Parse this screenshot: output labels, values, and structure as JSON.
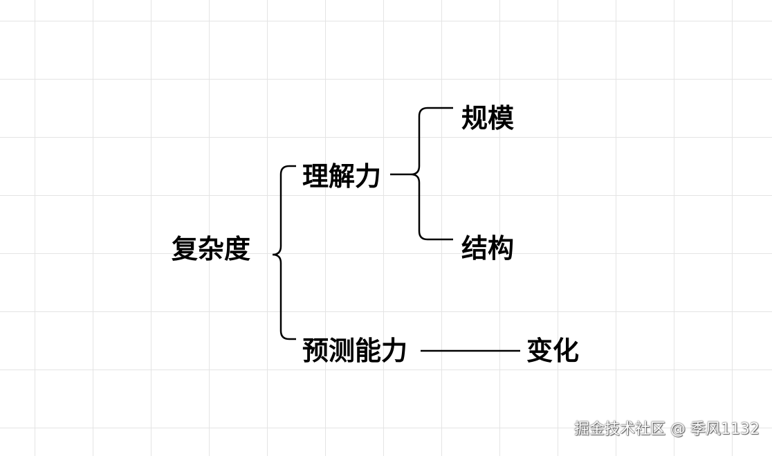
{
  "diagram": {
    "root": "复杂度",
    "branch_understanding": "理解力",
    "leaf_scale": "规模",
    "leaf_structure": "结构",
    "branch_prediction": "预测能力",
    "leaf_change": "变化"
  },
  "watermark": "掘金技术社区 @ 季风1132",
  "colors": {
    "line": "#000000",
    "text": "#000000",
    "grid": "#e4e4e4",
    "background": "#ffffff"
  }
}
